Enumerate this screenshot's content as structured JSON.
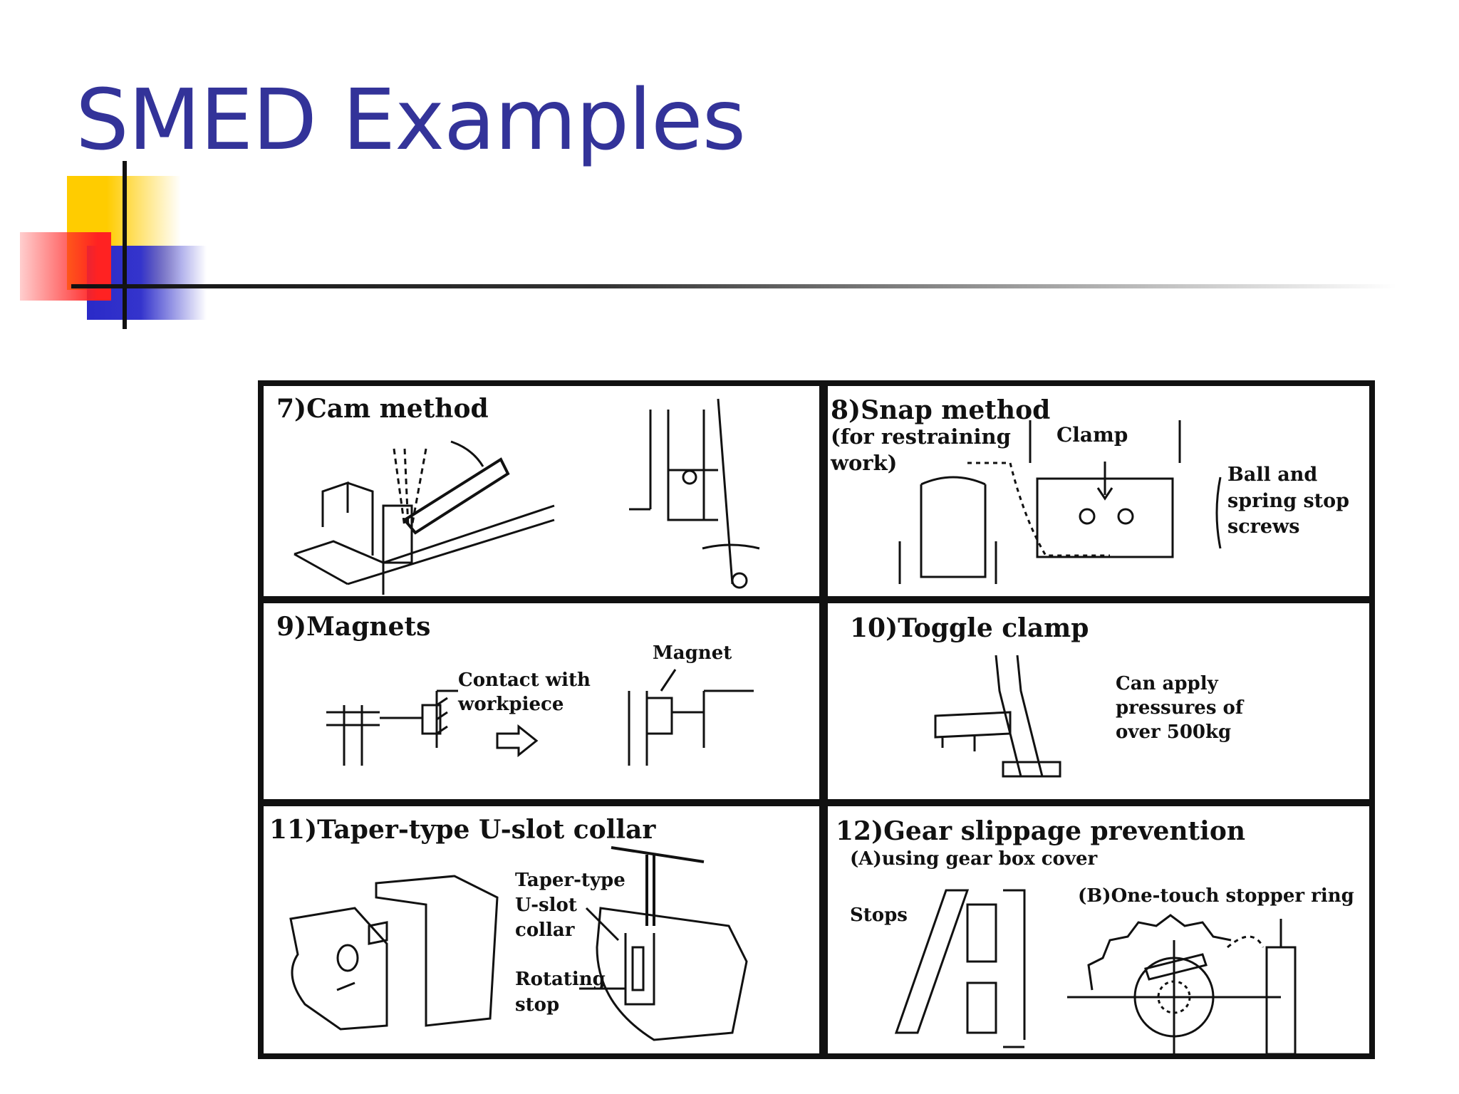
{
  "slide": {
    "title": "SMED Examples"
  },
  "colors": {
    "title": "#333399",
    "accent_yellow": "#ffcc00",
    "accent_red": "#ff2222",
    "accent_blue": "#3434cc"
  },
  "panels": {
    "p7": {
      "title": "7)Cam method"
    },
    "p8": {
      "title": "8)Snap method",
      "subtitle_line1": "(for restraining",
      "subtitle_line2": "work)",
      "clamp": "Clamp",
      "ball_line1": "Ball and",
      "ball_line2": "spring stop",
      "ball_line3": "screws"
    },
    "p9": {
      "title": "9)Magnets",
      "contact_line1": "Contact with",
      "contact_line2": "workpiece",
      "magnet": "Magnet"
    },
    "p10": {
      "title": "10)Toggle clamp",
      "note_line1": "Can apply",
      "note_line2": "pressures of",
      "note_line3": "over 500kg"
    },
    "p11": {
      "title": "11)Taper-type U-slot collar",
      "collar_line1": "Taper-type",
      "collar_line2": "U-slot",
      "collar_line3": "collar",
      "stop_line1": "Rotating",
      "stop_line2": "stop"
    },
    "p12": {
      "title": "12)Gear slippage prevention",
      "sub_a": "(A)using gear box cover",
      "stops": "Stops",
      "sub_b": "(B)One-touch stopper ring"
    }
  }
}
